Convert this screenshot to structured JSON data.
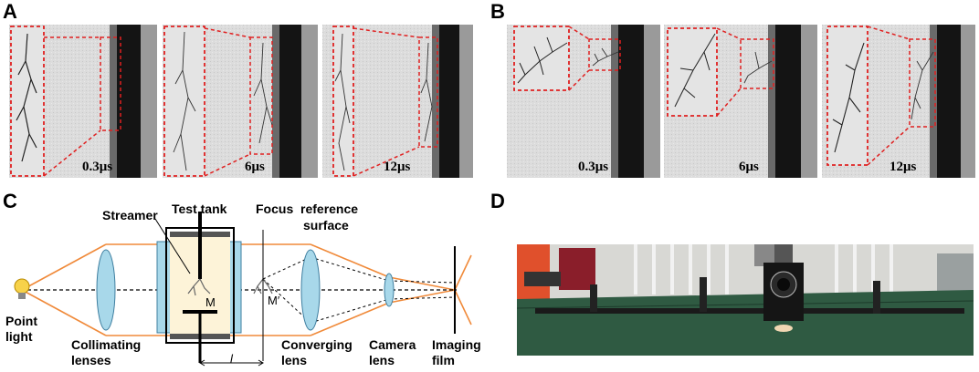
{
  "panels": {
    "A": {
      "letter": "A",
      "times": [
        "0.3μs",
        "6μs",
        "12μs"
      ]
    },
    "B": {
      "letter": "B",
      "times": [
        "0.3μs",
        "6μs",
        "12μs"
      ]
    },
    "C": {
      "letter": "C",
      "labels": {
        "streamer": "Streamer",
        "test_tank": "Test tank",
        "focus_ref_1": "Focus  reference",
        "focus_ref_2": "surface",
        "point_light_1": "Point",
        "point_light_2": "light",
        "collimating_1": "Collimating",
        "collimating_2": "lenses",
        "converging_1": "Converging",
        "converging_2": "lens",
        "camera_1": "Camera",
        "camera_2": "lens",
        "imaging_1": "Imaging",
        "imaging_2": "film",
        "m": "M",
        "m_prime": "M′",
        "l": "l"
      }
    },
    "D": {
      "letter": "D"
    }
  },
  "colors": {
    "red_dashed": "#e02020",
    "beam_orange": "#f08a3a",
    "lens_blue": "#a8d8ea",
    "tank_fill": "#fdf3d8",
    "table_green": "#2f5a42"
  }
}
